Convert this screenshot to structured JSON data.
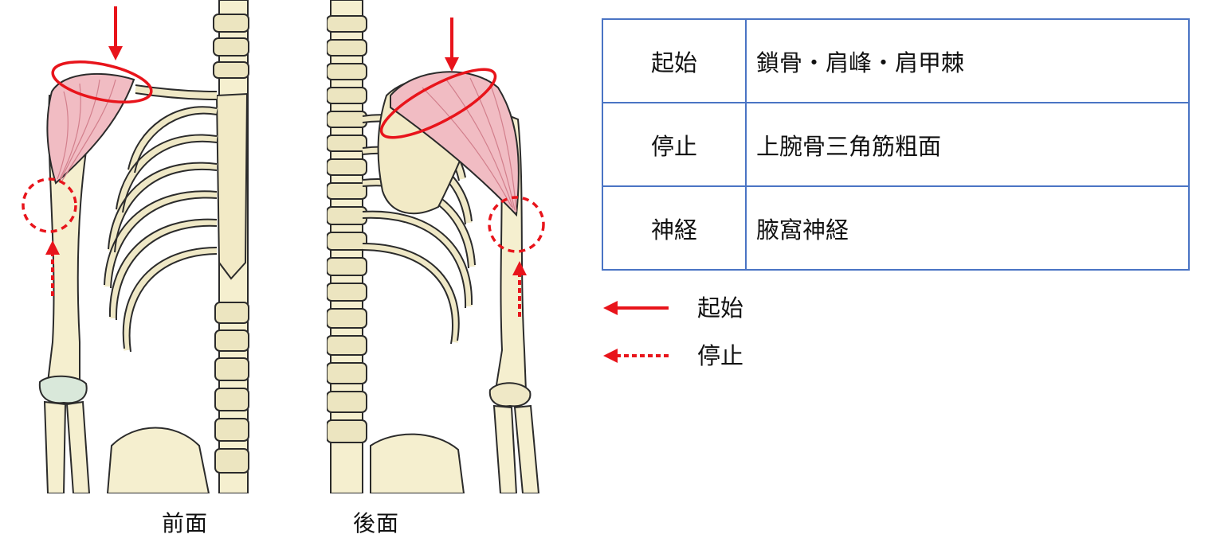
{
  "views": {
    "front": {
      "caption": "前面"
    },
    "back": {
      "caption": "後面"
    }
  },
  "table": {
    "rows": [
      {
        "key": "起始",
        "value": "鎖骨・肩峰・肩甲棘"
      },
      {
        "key": "停止",
        "value": "上腕骨三角筋粗面"
      },
      {
        "key": "神経",
        "value": "腋窩神経"
      }
    ]
  },
  "legend": {
    "origin": {
      "label": "起始",
      "style": "solid-arrow"
    },
    "insertion": {
      "label": "停止",
      "style": "dotted-arrow"
    }
  },
  "colors": {
    "arrow": "#e8141b",
    "table_border": "#4a74c4",
    "bone": "#f5efcf",
    "bone_outline": "#2b2b2b",
    "muscle": "#f1bcc3",
    "cartilage": "#d9e8da"
  },
  "icons": [
    "front-skeleton-illustration",
    "back-skeleton-illustration",
    "solid-arrow-icon",
    "dotted-arrow-icon"
  ]
}
